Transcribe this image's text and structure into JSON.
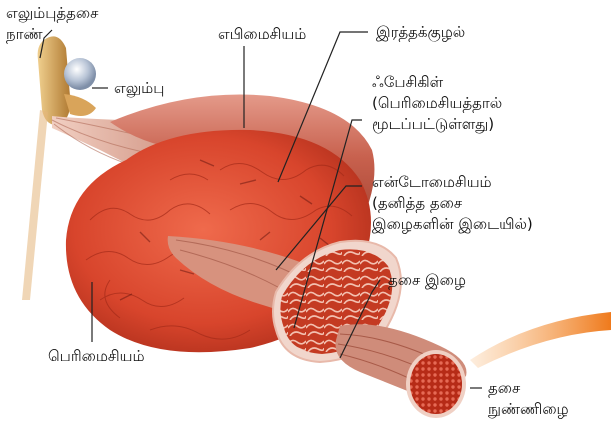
{
  "labels": {
    "tendon": [
      "எலும்புத்தசை",
      "நாண்"
    ],
    "bone": "எலும்பு",
    "epimysium": "எபிமைசியம்",
    "blood_vessel": "இரத்தக்குழல்",
    "fascicles": [
      "ஃபேசிகிள்",
      "(பெரிமைசியத்தால்",
      "மூடப்பட்டுள்ளது)"
    ],
    "endomysium": [
      "என்டோமைசியம்",
      "(தனித்த தசை",
      "இழைகளின் இடையில்)"
    ],
    "muscle_fiber": "தசை இழை",
    "perimysium": "பெரிமைசியம்",
    "myofibril": [
      "தசை",
      "நுண்ணிழை"
    ]
  },
  "colors": {
    "muscle": "#d8452c",
    "muscle_dark": "#b83420",
    "tendon": "#e8b8a6",
    "bone": "#d9a45a",
    "accent_swoosh": "#f07c1e",
    "leader_line": "#222222"
  }
}
